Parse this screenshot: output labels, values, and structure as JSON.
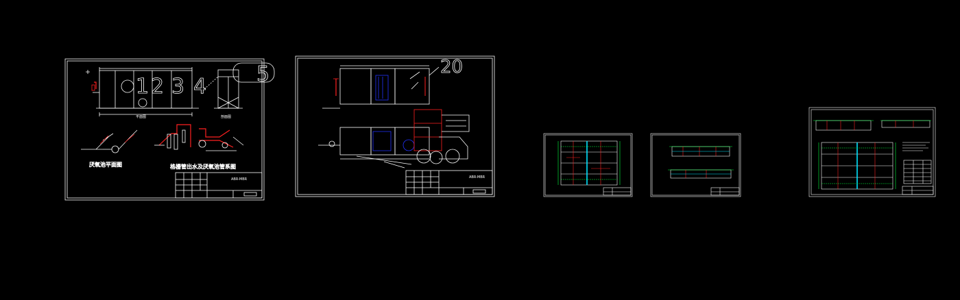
{
  "sheets": [
    {
      "id": "sheet-1",
      "labels": {
        "plan_label": "平面图",
        "section_label": "剖面图",
        "caption_left": "厌氧池平面图",
        "caption_right": "格栅管出水及厌氧池管系图",
        "title_block": "ABR-MBR",
        "numbers": [
          "1",
          "2",
          "3",
          "4",
          "5"
        ]
      }
    },
    {
      "id": "sheet-2",
      "labels": {
        "title_block": "ABR-MBR",
        "number": "20"
      }
    },
    {
      "id": "sheet-3"
    },
    {
      "id": "sheet-4"
    },
    {
      "id": "sheet-5"
    }
  ],
  "colors": {
    "background": "#000000",
    "line": "#ffffff",
    "pipe_red": "#ff2020",
    "cyan": "#00e5ff",
    "green": "#00ff3c",
    "blue": "#2233ff",
    "magenta": "#ff30ff"
  }
}
